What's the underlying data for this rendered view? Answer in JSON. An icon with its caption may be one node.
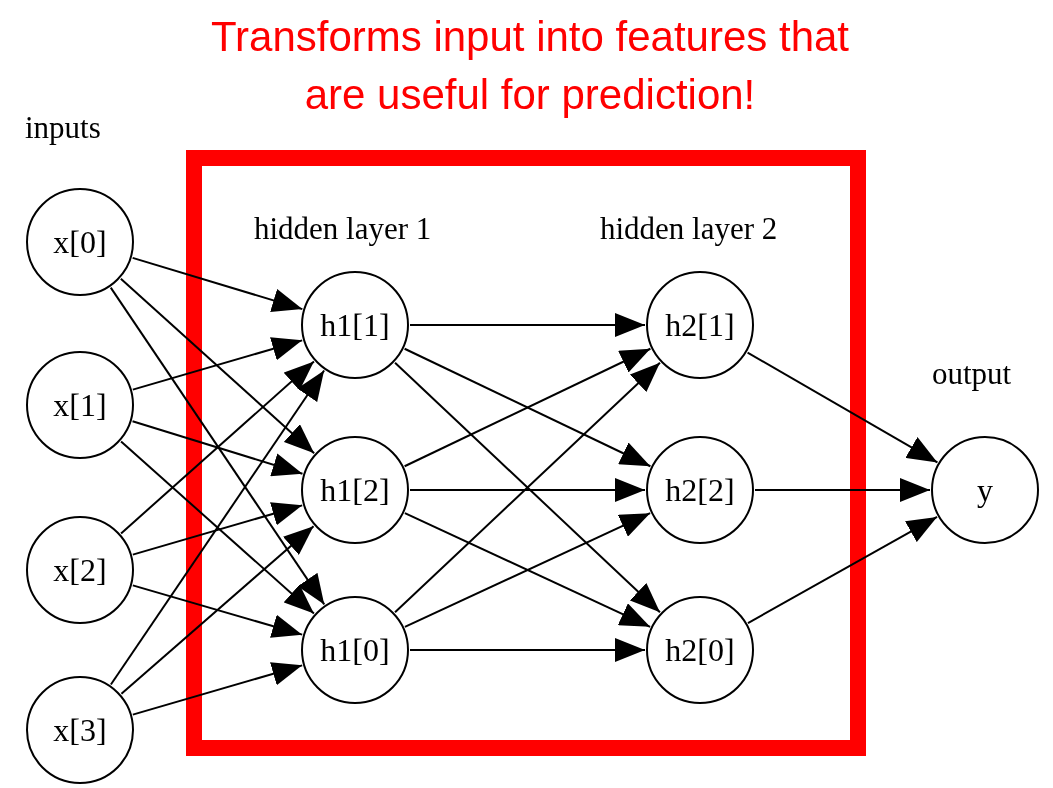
{
  "diagram": {
    "title": "Transforms input into features that are useful for prediction!",
    "nodes": [
      {
        "text": [
          "hidden layer 1",
          "hidden layer 2"
        ]
      },
      {
        "text": [
          "x[0]"
        ]
      },
      {
        "text": [
          "x[1]"
        ]
      },
      {
        "text": [
          "x[2]"
        ]
      },
      {
        "text": [
          "x[3]"
        ]
      },
      {
        "text": [
          "h1[1]"
        ],
        "in": 0
      },
      {
        "text": [
          "h1[2]"
        ],
        "in": 0
      },
      {
        "text": [
          "h1[0]"
        ],
        "in": 0
      },
      {
        "text": [
          "h2[1]"
        ],
        "in": 0
      },
      {
        "text": [
          "h2[2]"
        ],
        "in": 0
      },
      {
        "text": [
          "h2[0]"
        ],
        "in": 0
      },
      {
        "text": [
          "y"
        ]
      }
    ],
    "edges": [
      {
        "from": 1,
        "to": 5,
        "arrow": "to"
      },
      {
        "from": 1,
        "to": 6,
        "arrow": "to"
      },
      {
        "from": 1,
        "to": 7,
        "arrow": "to"
      },
      {
        "from": 2,
        "to": 5,
        "arrow": "to"
      },
      {
        "from": 2,
        "to": 6,
        "arrow": "to"
      },
      {
        "from": 2,
        "to": 7,
        "arrow": "to"
      },
      {
        "from": 3,
        "to": 5,
        "arrow": "to"
      },
      {
        "from": 3,
        "to": 6,
        "arrow": "to"
      },
      {
        "from": 3,
        "to": 7,
        "arrow": "to"
      },
      {
        "from": 4,
        "to": 5,
        "arrow": "to"
      },
      {
        "from": 4,
        "to": 6,
        "arrow": "to"
      },
      {
        "from": 4,
        "to": 7,
        "arrow": "to"
      },
      {
        "from": 5,
        "to": 8,
        "arrow": "to"
      },
      {
        "from": 5,
        "to": 9,
        "arrow": "to"
      },
      {
        "from": 5,
        "to": 10,
        "arrow": "to"
      },
      {
        "from": 6,
        "to": 8,
        "arrow": "to"
      },
      {
        "from": 6,
        "to": 9,
        "arrow": "to"
      },
      {
        "from": 6,
        "to": 10,
        "arrow": "to"
      },
      {
        "from": 7,
        "to": 8,
        "arrow": "to"
      },
      {
        "from": 7,
        "to": 9,
        "arrow": "to"
      },
      {
        "from": 7,
        "to": 10,
        "arrow": "to"
      },
      {
        "from": 8,
        "to": 11,
        "arrow": "to"
      },
      {
        "from": 9,
        "to": 11,
        "arrow": "to"
      },
      {
        "from": 10,
        "to": 11,
        "arrow": "to"
      }
    ],
    "labels": [
      "inputs",
      "output"
    ]
  }
}
